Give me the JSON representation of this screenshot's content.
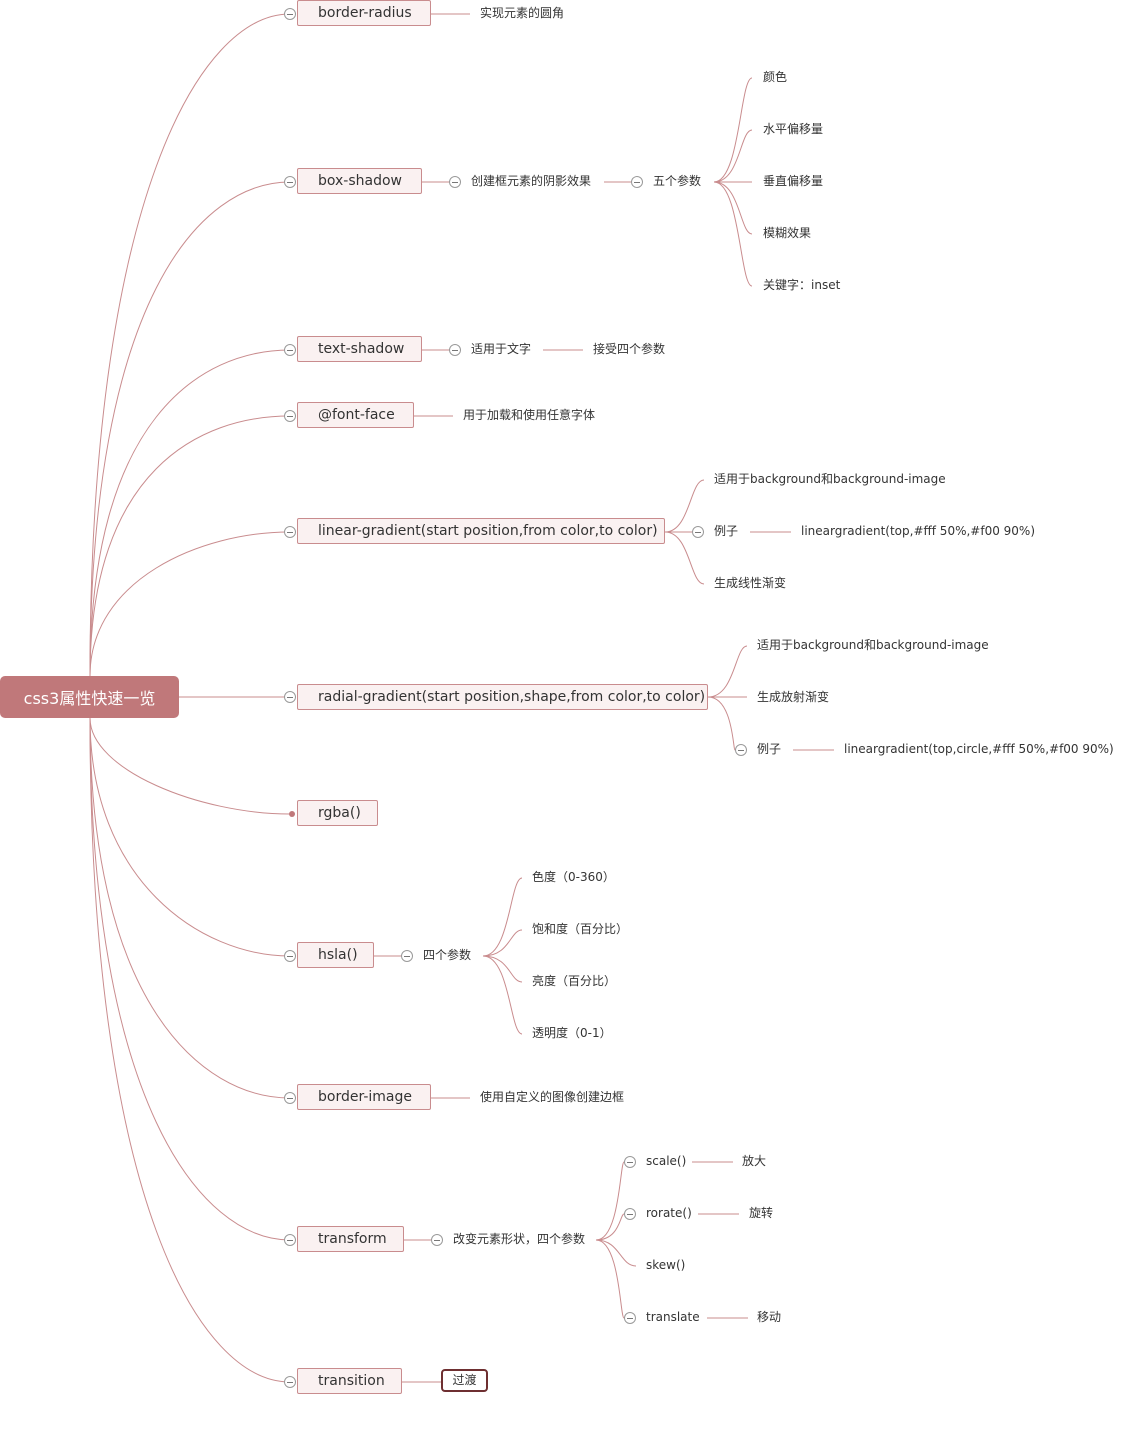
{
  "root": {
    "label": "css3属性快速一览"
  },
  "branches": {
    "border_radius": {
      "label": "border-radius",
      "desc": "实现元素的圆角"
    },
    "box_shadow": {
      "label": "box-shadow",
      "desc": "创建框元素的阴影效果",
      "params": "五个参数",
      "items": [
        "颜色",
        "水平偏移量",
        "垂直偏移量",
        "模糊效果",
        "关键字：inset"
      ]
    },
    "text_shadow": {
      "label": "text-shadow",
      "desc": "适用于文字",
      "note": "接受四个参数"
    },
    "font_face": {
      "label": "@font-face",
      "desc": "用于加载和使用任意字体"
    },
    "linear_gradient": {
      "label": "linear-gradient(start position,from color,to color)",
      "applies": "适用于background和background-image",
      "example_label": "例子",
      "example_value": "lineargradient(top,#fff 50%,#f00 90%)",
      "effect": "生成线性渐变"
    },
    "radial_gradient": {
      "label": "radial-gradient(start position,shape,from color,to color)",
      "applies": "适用于background和background-image",
      "effect": "生成放射渐变",
      "example_label": "例子",
      "example_value": "lineargradient(top,circle,#fff 50%,#f00 90%)"
    },
    "rgba": {
      "label": "rgba()"
    },
    "hsla": {
      "label": "hsla()",
      "params": "四个参数",
      "items": [
        "色度（0-360）",
        "饱和度（百分比）",
        "亮度（百分比）",
        "透明度（0-1）"
      ]
    },
    "border_image": {
      "label": "border-image",
      "desc": "使用自定义的图像创建边框"
    },
    "transform": {
      "label": "transform",
      "desc": "改变元素形状，四个参数",
      "items": [
        {
          "fn": "scale()",
          "meaning": "放大"
        },
        {
          "fn": "rorate()",
          "meaning": "旋转"
        },
        {
          "fn": "skew()"
        },
        {
          "fn": "translate",
          "meaning": "移动"
        }
      ]
    },
    "transition": {
      "label": "transition",
      "desc": "过渡"
    }
  },
  "colors": {
    "root_fill": "#c0787a",
    "node_fill": "#faf1f1",
    "node_border": "#c98c8e",
    "link": "#c98c8e",
    "selected_border": "#6e2f31"
  },
  "icons": {
    "collapse": "circle-minus-icon",
    "leaf_dot": "dot-icon"
  }
}
